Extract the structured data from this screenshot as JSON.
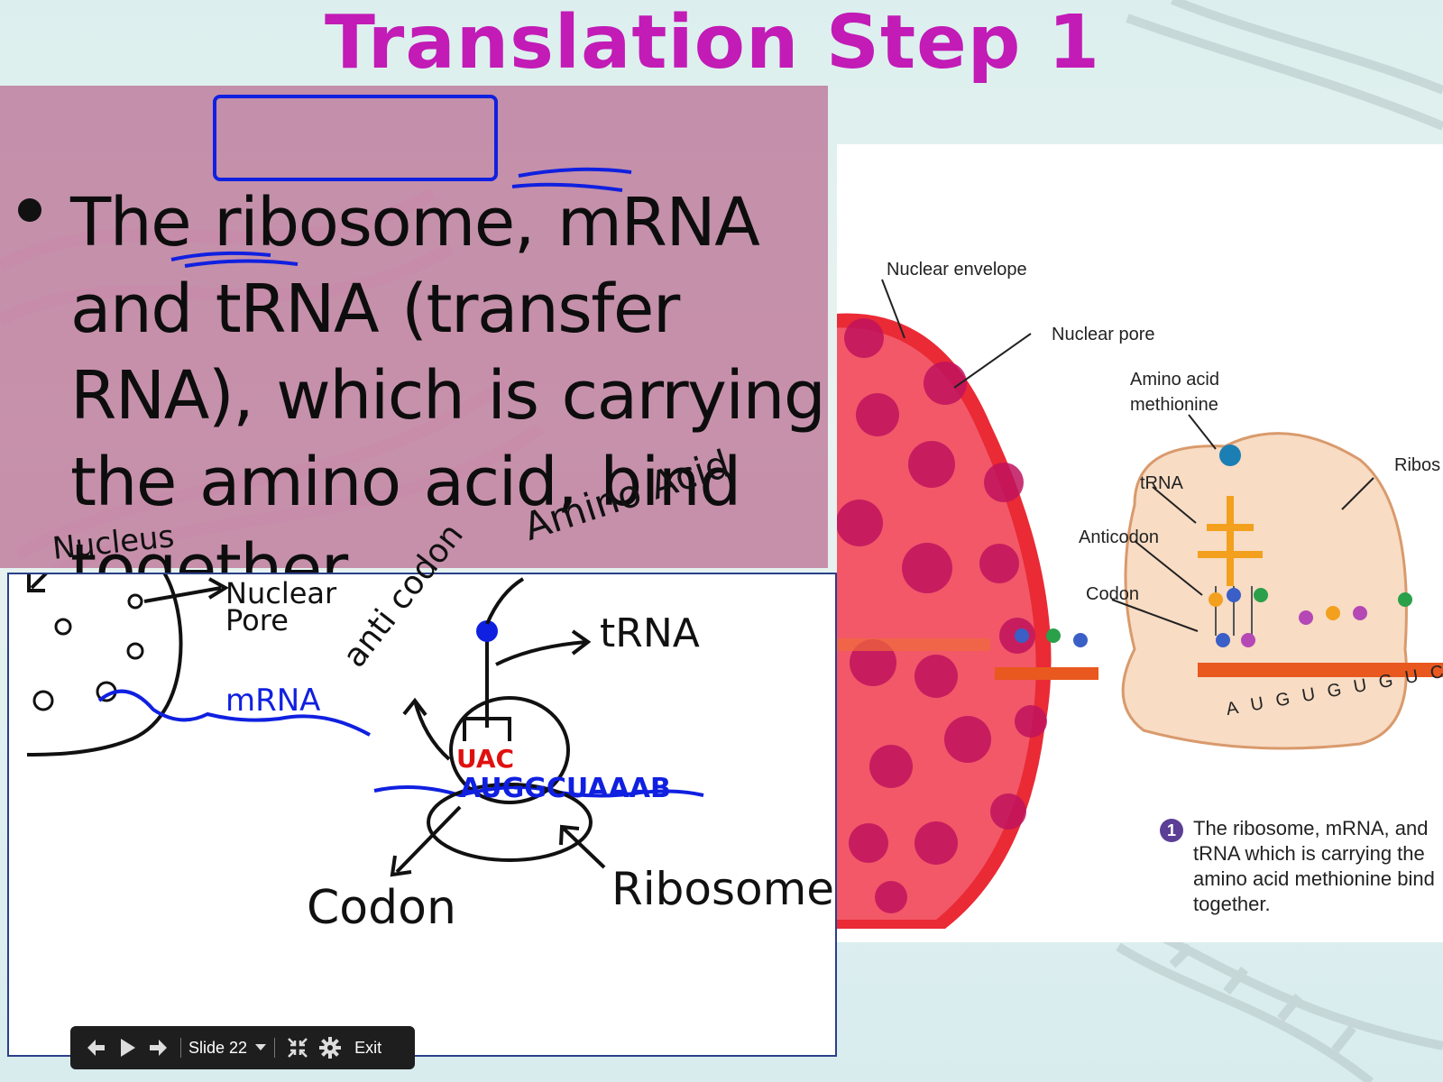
{
  "slide": {
    "title": "Translation Step 1",
    "bullet": "The ribosome, mRNA and tRNA (transfer RNA), which is carrying the amino acid, bind together"
  },
  "handwriting": {
    "nucleus": "Nucleus",
    "nuclear_pore": "Nuclear Pore",
    "mrna": "mRNA",
    "anticodon": "anti codon",
    "amino_acid": "Amino Acid",
    "trna": "tRNA",
    "uac": "UAC",
    "sequence": "AUGGCUAAAB",
    "codon": "Codon",
    "ribosome": "Ribosome"
  },
  "diagram": {
    "labels": {
      "nuclear_envelope": "Nuclear envelope",
      "nuclear_pore": "Nuclear pore",
      "amino_acid": "Amino acid",
      "methionine": "methionine",
      "trna": "tRNA",
      "ribosome": "Ribos",
      "anticodon": "Anticodon",
      "codon": "Codon"
    },
    "mrna_bases": [
      "A",
      "U",
      "G",
      "U",
      "G",
      "U",
      "G",
      "U",
      "C"
    ],
    "caption_number": "1",
    "caption": "The ribosome, mRNA, and tRNA which is carrying the amino acid methionine bind together."
  },
  "toolbar": {
    "prev_icon": "arrow-left-icon",
    "play_icon": "play-icon",
    "next_icon": "arrow-right-icon",
    "slide_label": "Slide 22",
    "fullscreen_icon": "shrink-icon",
    "settings_icon": "gear-icon",
    "exit_label": "Exit"
  },
  "colors": {
    "title": "#c21bb6",
    "panel": "#b25480",
    "ink_blue": "#1020e0",
    "ink_red": "#e01010"
  }
}
